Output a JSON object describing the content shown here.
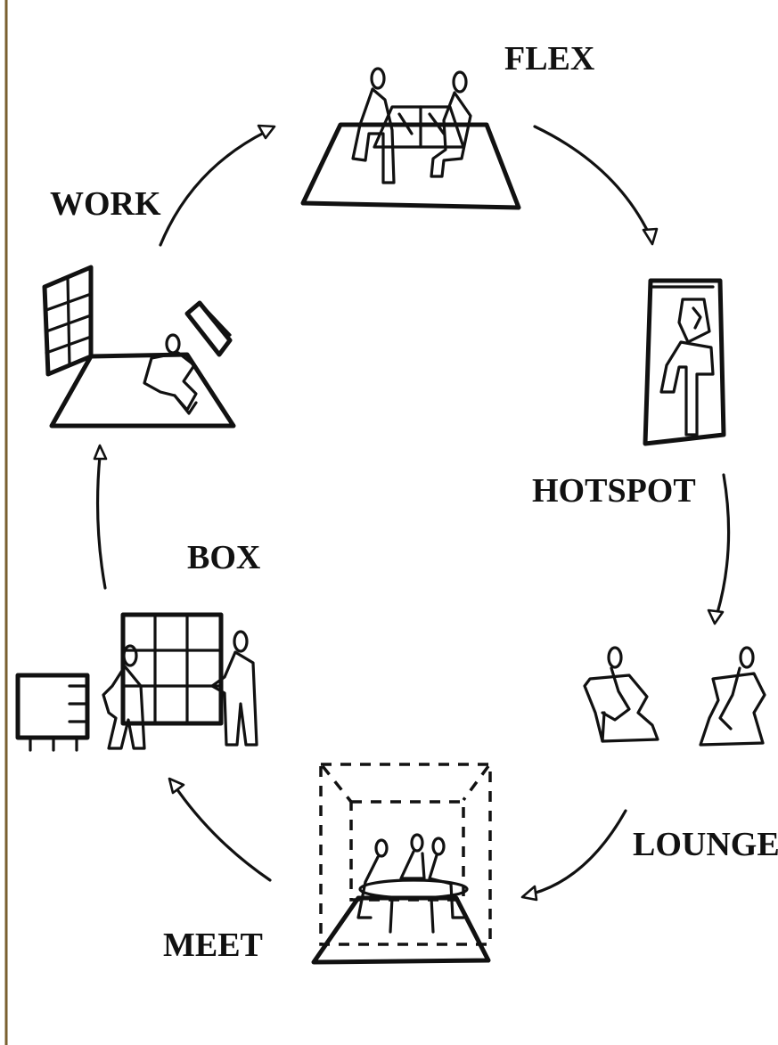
{
  "diagram": {
    "labels": {
      "flex": "FLEX",
      "hotspot": "HOTSPOT",
      "lounge": "LOUNGE",
      "meet": "MEET",
      "box": "BOX",
      "work": "WORK"
    },
    "colors": {
      "ink": "#111111",
      "border": "#7a6030",
      "background": "#ffffff"
    }
  }
}
